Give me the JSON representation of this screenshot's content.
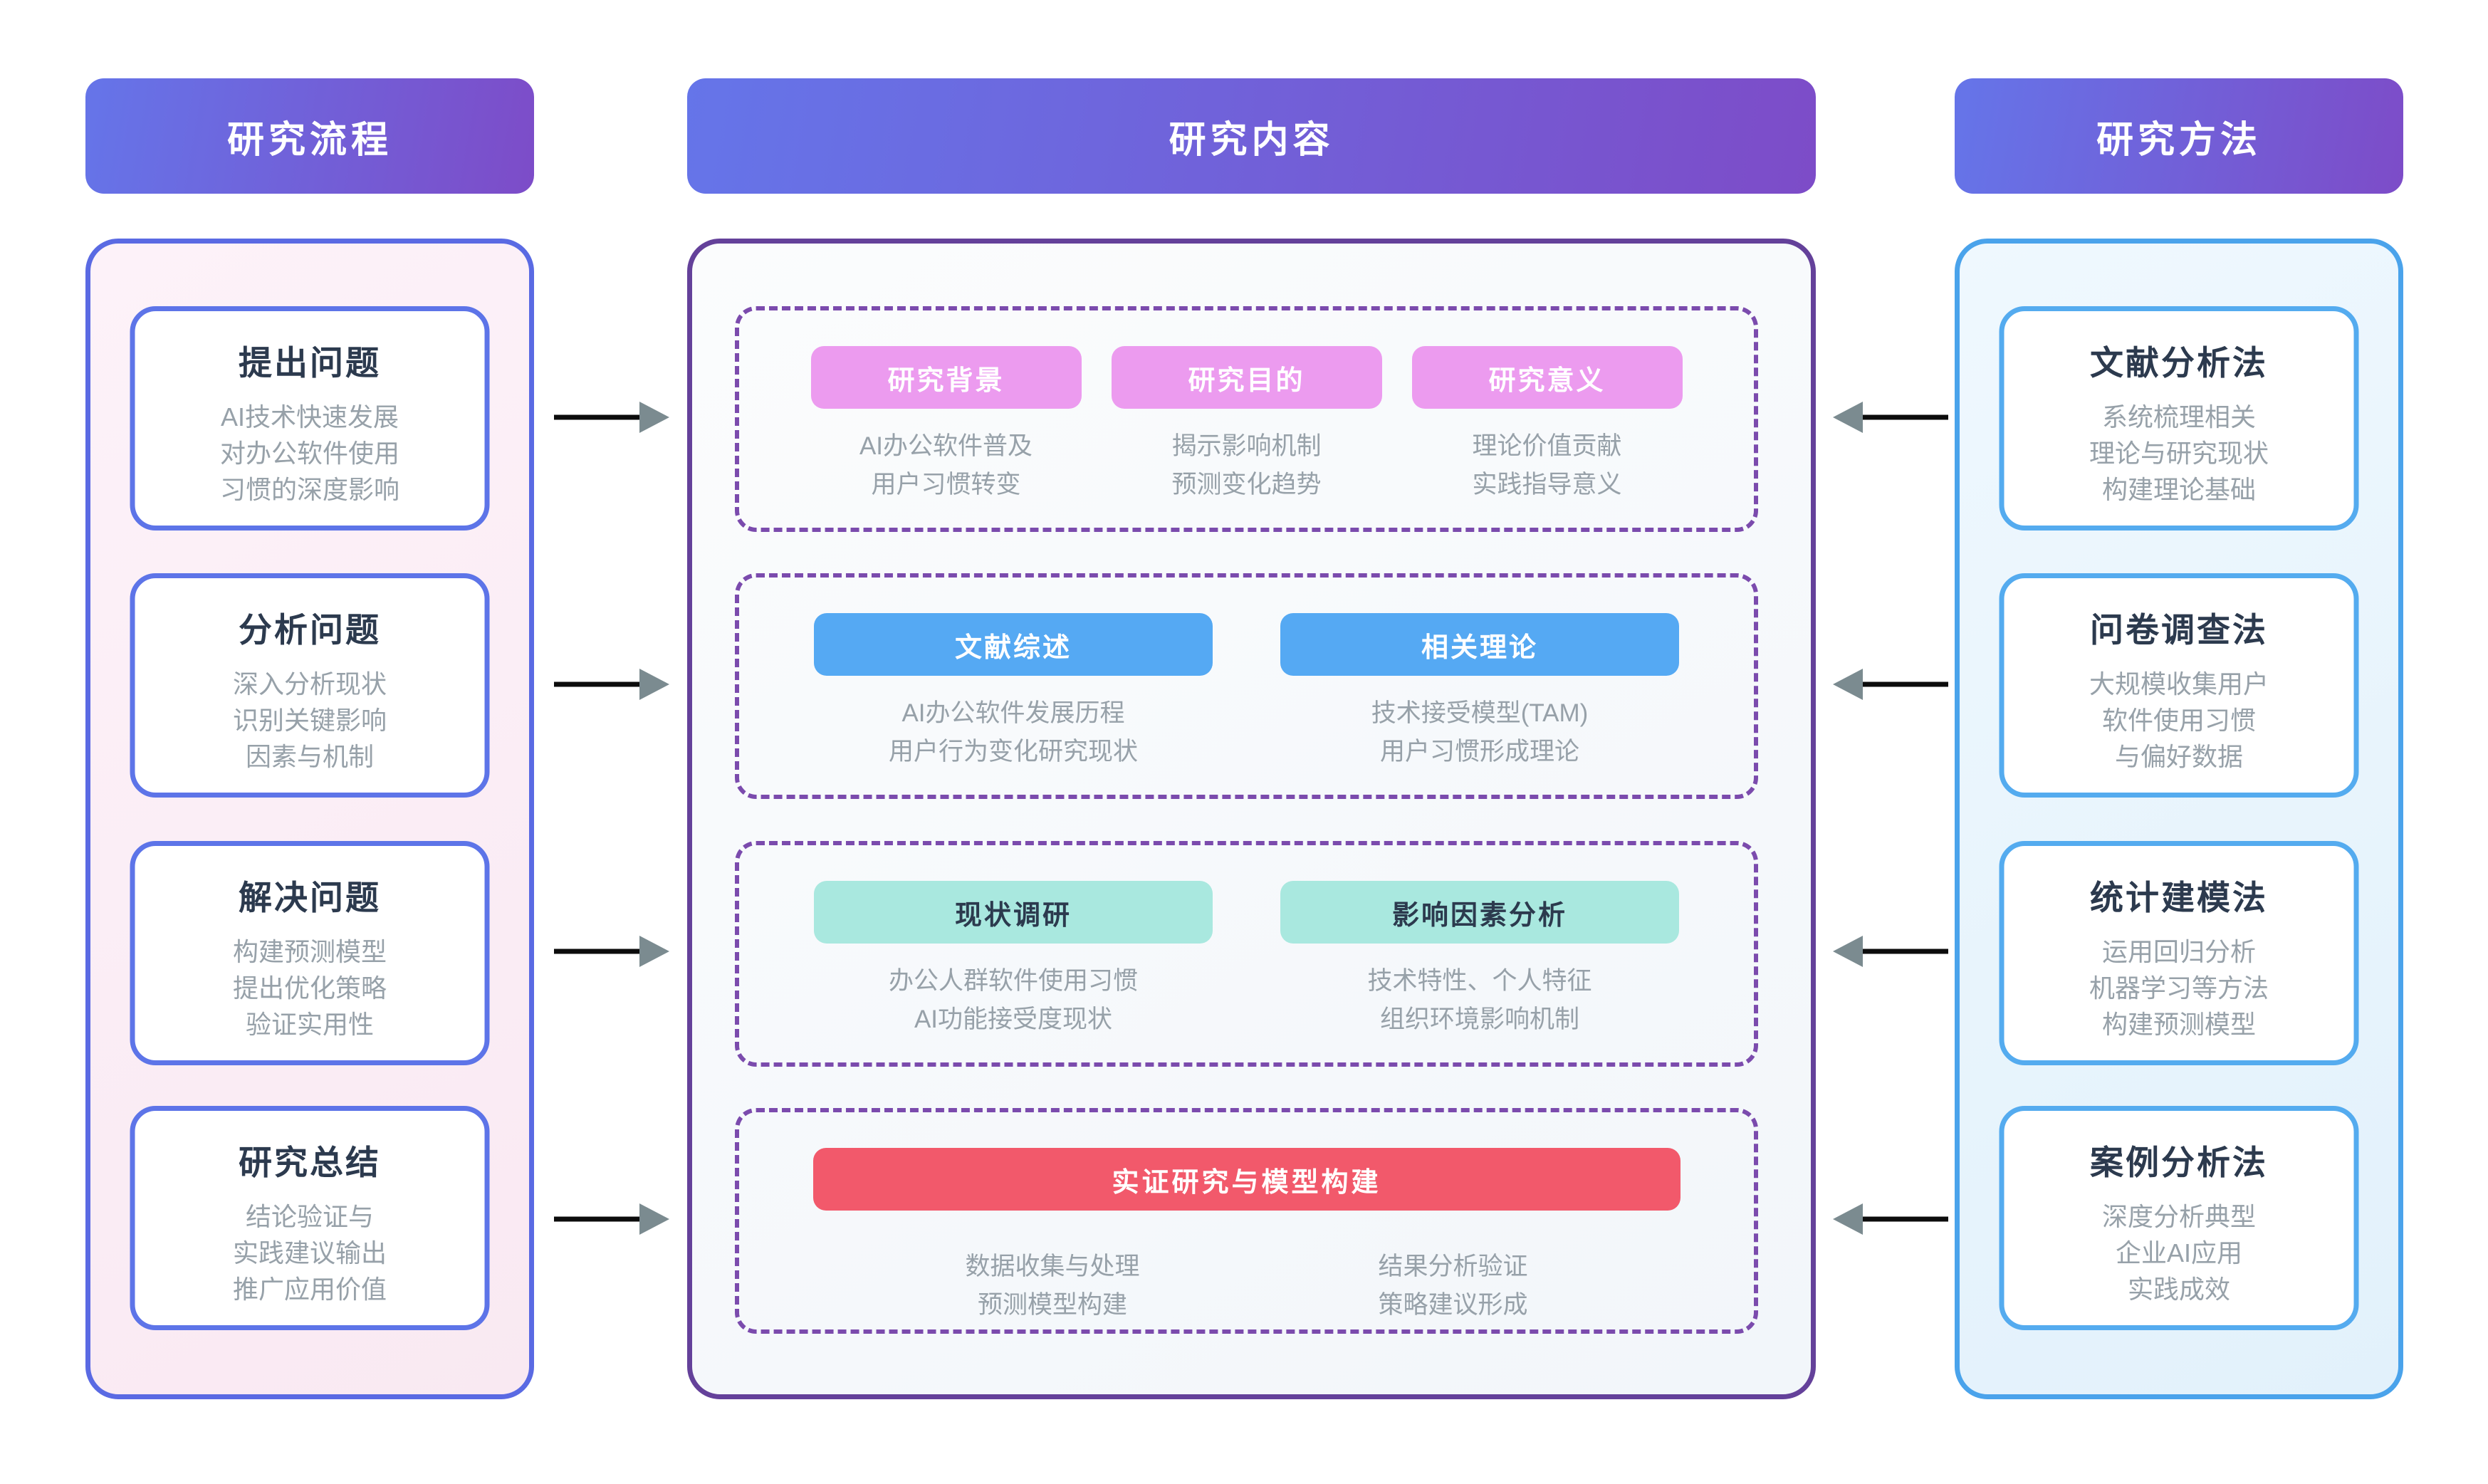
{
  "headers": {
    "process": "研究流程",
    "content": "研究内容",
    "methods": "研究方法"
  },
  "colors": {
    "header_gradient_start": "#6575e9",
    "header_gradient_end": "#7d4cc8",
    "process_panel_border": "#5a6ae3",
    "content_panel_border": "#64419a",
    "methods_panel_border": "#4aa3eb",
    "dashed_border": "#7b4bad",
    "pill_pink": "#EC9BEF",
    "pill_blue": "#55A9F3",
    "pill_teal": "#A9E8DF",
    "banner_red": "#F2596B",
    "title_text": "#2c3a4e",
    "body_text": "#97a1a9",
    "arrow_head": "#7b8b90"
  },
  "process": {
    "items": [
      {
        "title": "提出问题",
        "lines": [
          "AI技术快速发展",
          "对办公软件使用",
          "习惯的深度影响"
        ]
      },
      {
        "title": "分析问题",
        "lines": [
          "深入分析现状",
          "识别关键影响",
          "因素与机制"
        ]
      },
      {
        "title": "解决问题",
        "lines": [
          "构建预测模型",
          "提出优化策略",
          "验证实用性"
        ]
      },
      {
        "title": "研究总结",
        "lines": [
          "结论验证与",
          "实践建议输出",
          "推广应用价值"
        ]
      }
    ]
  },
  "content": {
    "sections": [
      {
        "pills": [
          {
            "label": "研究背景",
            "lines": [
              "AI办公软件普及",
              "用户习惯转变"
            ]
          },
          {
            "label": "研究目的",
            "lines": [
              "揭示影响机制",
              "预测变化趋势"
            ]
          },
          {
            "label": "研究意义",
            "lines": [
              "理论价值贡献",
              "实践指导意义"
            ]
          }
        ]
      },
      {
        "pills": [
          {
            "label": "文献综述",
            "lines": [
              "AI办公软件发展历程",
              "用户行为变化研究现状"
            ]
          },
          {
            "label": "相关理论",
            "lines": [
              "技术接受模型(TAM)",
              "用户习惯形成理论"
            ]
          }
        ]
      },
      {
        "pills": [
          {
            "label": "现状调研",
            "lines": [
              "办公人群软件使用习惯",
              "AI功能接受度现状"
            ]
          },
          {
            "label": "影响因素分析",
            "lines": [
              "技术特性、个人特征",
              "组织环境影响机制"
            ]
          }
        ]
      },
      {
        "banner": {
          "label": "实证研究与模型构建",
          "columns": [
            [
              "数据收集与处理",
              "预测模型构建"
            ],
            [
              "结果分析验证",
              "策略建议形成"
            ]
          ]
        }
      }
    ]
  },
  "methods": {
    "items": [
      {
        "title": "文献分析法",
        "lines": [
          "系统梳理相关",
          "理论与研究现状",
          "构建理论基础"
        ]
      },
      {
        "title": "问卷调查法",
        "lines": [
          "大规模收集用户",
          "软件使用习惯",
          "与偏好数据"
        ]
      },
      {
        "title": "统计建模法",
        "lines": [
          "运用回归分析",
          "机器学习等方法",
          "构建预测模型"
        ]
      },
      {
        "title": "案例分析法",
        "lines": [
          "深度分析典型",
          "企业AI应用",
          "实践成效"
        ]
      }
    ]
  }
}
